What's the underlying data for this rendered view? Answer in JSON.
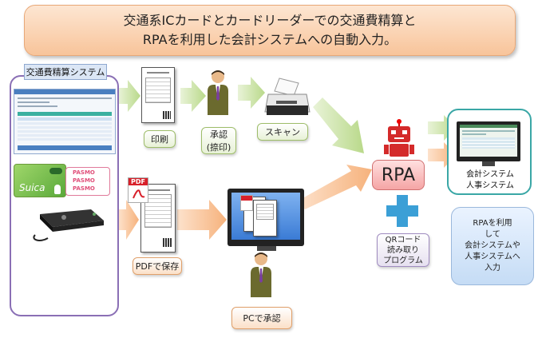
{
  "banner": {
    "line1": "交通系ICカードとカードリーダーでの交通費精算と",
    "line2": "RPAを利用した会計システムへの自動入力。"
  },
  "system_title": "交通費精算システム",
  "labels": {
    "print": "印刷",
    "approve_line1": "承認",
    "approve_line2": "(捺印)",
    "scan": "スキャン",
    "pdf_save": "PDFで保存",
    "pc_approve": "PCで承認",
    "rpa": "RPA",
    "qr_line1": "QRコード",
    "qr_line2": "読み取り",
    "qr_line3": "プログラム",
    "accounting_line1": "会計システム",
    "accounting_line2": "人事システム",
    "note_line1": "RPAを利用",
    "note_line2": "して",
    "note_line3": "会計システムや",
    "note_line4": "人事システムへ",
    "note_line5": "入力"
  },
  "cards": {
    "suica": "Suica",
    "pasmo": "PASMO",
    "pdf_tag": "PDF"
  },
  "colors": {
    "green_arrow": "#b9d98a",
    "orange_arrow": "#f6b27c",
    "purple_border": "#8a6fb5",
    "teal_border": "#3aa7a6",
    "rpa_fill": "#f5a5a5",
    "plus_blue": "#3b9fd6"
  },
  "icons": {
    "approver": "person-icon",
    "scanner": "scanner-icon",
    "robot": "robot-icon",
    "monitor": "monitor-icon",
    "card_reader": "card-reader-icon"
  }
}
